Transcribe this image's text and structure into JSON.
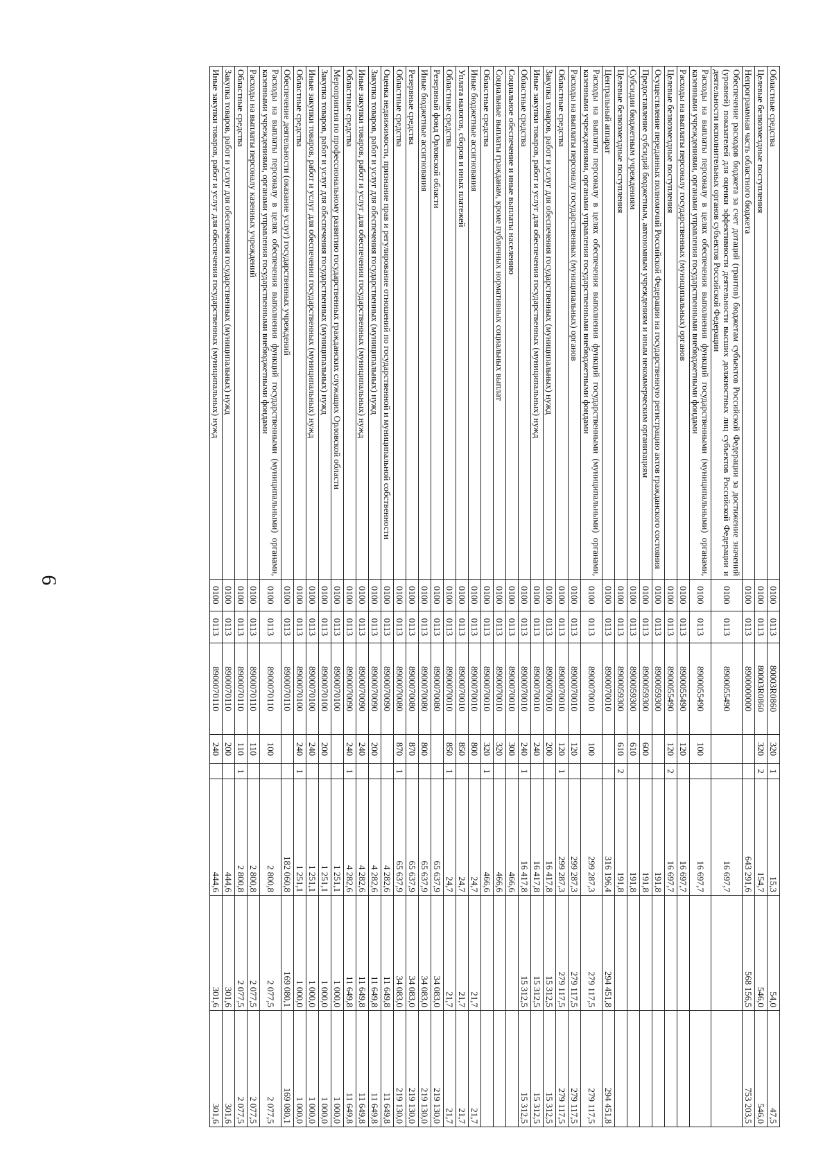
{
  "page_number": "9",
  "rows": [
    {
      "name": "Областные средства",
      "rz": "0100",
      "pr": "0113",
      "csr": "80003R0860",
      "vr": "320",
      "f": "1",
      "v1": "15,3",
      "v2": "54,0",
      "v3": "47,5"
    },
    {
      "name": "Целевые безвозмездные поступления",
      "rz": "0100",
      "pr": "0113",
      "csr": "80003R0860",
      "vr": "320",
      "f": "2",
      "v1": "154,7",
      "v2": "546,0",
      "v3": "546,0"
    },
    {
      "name": "Непрограммная часть областного бюджета",
      "rz": "0100",
      "pr": "0113",
      "csr": "8900000000",
      "vr": "",
      "f": "",
      "v1": "643 291,6",
      "v2": "568 156,5",
      "v3": "753 203,5"
    },
    {
      "name": "Обеспечение расходов бюджета за счет дотаций (грантов) бюджетам субъектов Российской Федерации за достижение значений (уровней) показателей для оценки эффективности деятельности высших должностных лиц субъектов Российской Федерации и деятельности исполнительных органов субъектов Российской Федерации",
      "rz": "0100",
      "pr": "0113",
      "csr": "8900055490",
      "vr": "",
      "f": "",
      "v1": "16 697,7",
      "v2": "",
      "v3": ""
    },
    {
      "name": "Расходы на выплаты персоналу в целях обеспечения выполнения функций государственными (муниципальными) органами, казенными учреждениями, органами управления государственными внебюджетными фондами",
      "rz": "0100",
      "pr": "0113",
      "csr": "8900055490",
      "vr": "100",
      "f": "",
      "v1": "16 697,7",
      "v2": "",
      "v3": ""
    },
    {
      "name": "Расходы на выплаты персоналу государственных (муниципальных) органов",
      "rz": "0100",
      "pr": "0113",
      "csr": "8900055490",
      "vr": "120",
      "f": "",
      "v1": "16 697,7",
      "v2": "",
      "v3": ""
    },
    {
      "name": "Целевые безвозмездные поступления",
      "rz": "0100",
      "pr": "0113",
      "csr": "8900055490",
      "vr": "120",
      "f": "2",
      "v1": "16 697,7",
      "v2": "",
      "v3": ""
    },
    {
      "name": "Осуществление переданных полномочий Российской Федерации на государственную регистрацию актов гражданского состояния",
      "rz": "0100",
      "pr": "0113",
      "csr": "8900059300",
      "vr": "",
      "f": "",
      "v1": "191,8",
      "v2": "",
      "v3": ""
    },
    {
      "name": "Предоставление субсидий бюджетным, автономным учреждениям и иным некоммерческим организациям",
      "rz": "0100",
      "pr": "0113",
      "csr": "8900059300",
      "vr": "600",
      "f": "",
      "v1": "191,8",
      "v2": "",
      "v3": ""
    },
    {
      "name": "Субсидии бюджетным учреждениям",
      "rz": "0100",
      "pr": "0113",
      "csr": "8900059300",
      "vr": "610",
      "f": "",
      "v1": "191,8",
      "v2": "",
      "v3": ""
    },
    {
      "name": "Целевые безвозмездные поступления",
      "rz": "0100",
      "pr": "0113",
      "csr": "8900059300",
      "vr": "610",
      "f": "2",
      "v1": "191,8",
      "v2": "",
      "v3": ""
    },
    {
      "name": "Центральный аппарат",
      "rz": "0100",
      "pr": "0113",
      "csr": "8900070010",
      "vr": "",
      "f": "",
      "v1": "316 196,4",
      "v2": "294 451,8",
      "v3": "294 451,8"
    },
    {
      "name": "Расходы на выплаты персоналу в целях обеспечения выполнения функций государственными (муниципальными) органами, казенными учреждениями, органами управления государственными внебюджетными фондами",
      "rz": "0100",
      "pr": "0113",
      "csr": "8900070010",
      "vr": "100",
      "f": "",
      "v1": "299 287,3",
      "v2": "279 117,5",
      "v3": "279 117,5"
    },
    {
      "name": "Расходы на выплаты персоналу государственных (муниципальных) органов",
      "rz": "0100",
      "pr": "0113",
      "csr": "8900070010",
      "vr": "120",
      "f": "",
      "v1": "299 287,3",
      "v2": "279 117,5",
      "v3": "279 117,5"
    },
    {
      "name": "Областные средства",
      "rz": "0100",
      "pr": "0113",
      "csr": "8900070010",
      "vr": "120",
      "f": "1",
      "v1": "299 287,3",
      "v2": "279 117,5",
      "v3": "279 117,5"
    },
    {
      "name": "Закупка товаров, работ и услуг для обеспечения государственных (муниципальных) нужд",
      "rz": "0100",
      "pr": "0113",
      "csr": "8900070010",
      "vr": "200",
      "f": "",
      "v1": "16 417,8",
      "v2": "15 312,5",
      "v3": "15 312,5"
    },
    {
      "name": "Иные закупки товаров, работ и услуг для обеспечения государственных (муниципальных) нужд",
      "rz": "0100",
      "pr": "0113",
      "csr": "8900070010",
      "vr": "240",
      "f": "",
      "v1": "16 417,8",
      "v2": "15 312,5",
      "v3": "15 312,5"
    },
    {
      "name": "Областные средства",
      "rz": "0100",
      "pr": "0113",
      "csr": "8900070010",
      "vr": "240",
      "f": "1",
      "v1": "16 417,8",
      "v2": "15 312,5",
      "v3": "15 312,5"
    },
    {
      "name": "Социальное обеспечение и иные выплаты населению",
      "rz": "0100",
      "pr": "0113",
      "csr": "8900070010",
      "vr": "300",
      "f": "",
      "v1": "466,6",
      "v2": "",
      "v3": ""
    },
    {
      "name": "Социальные выплаты гражданам, кроме публичных нормативных социальных выплат",
      "rz": "0100",
      "pr": "0113",
      "csr": "8900070010",
      "vr": "320",
      "f": "",
      "v1": "466,6",
      "v2": "",
      "v3": ""
    },
    {
      "name": "Областные средства",
      "rz": "0100",
      "pr": "0113",
      "csr": "8900070010",
      "vr": "320",
      "f": "1",
      "v1": "466,6",
      "v2": "",
      "v3": ""
    },
    {
      "name": "Иные бюджетные ассигнования",
      "rz": "0100",
      "pr": "0113",
      "csr": "8900070010",
      "vr": "800",
      "f": "",
      "v1": "24,7",
      "v2": "21,7",
      "v3": "21,7"
    },
    {
      "name": "Уплата налогов, сборов и иных платежей",
      "rz": "0100",
      "pr": "0113",
      "csr": "8900070010",
      "vr": "850",
      "f": "",
      "v1": "24,7",
      "v2": "21,7",
      "v3": "21,7"
    },
    {
      "name": "Областные средства",
      "rz": "0100",
      "pr": "0113",
      "csr": "8900070010",
      "vr": "850",
      "f": "1",
      "v1": "24,7",
      "v2": "21,7",
      "v3": "21,7"
    },
    {
      "name": "Резервный фонд Орловской области",
      "rz": "0100",
      "pr": "0113",
      "csr": "8900070080",
      "vr": "",
      "f": "",
      "v1": "65 637,9",
      "v2": "34 083,0",
      "v3": "219 130,0"
    },
    {
      "name": "Иные бюджетные ассигнования",
      "rz": "0100",
      "pr": "0113",
      "csr": "8900070080",
      "vr": "800",
      "f": "",
      "v1": "65 637,9",
      "v2": "34 083,0",
      "v3": "219 130,0"
    },
    {
      "name": "Резервные средства",
      "rz": "0100",
      "pr": "0113",
      "csr": "8900070080",
      "vr": "870",
      "f": "",
      "v1": "65 637,9",
      "v2": "34 083,0",
      "v3": "219 130,0"
    },
    {
      "name": "Областные средства",
      "rz": "0100",
      "pr": "0113",
      "csr": "8900070080",
      "vr": "870",
      "f": "1",
      "v1": "65 637,9",
      "v2": "34 083,0",
      "v3": "219 130,0"
    },
    {
      "name": "Оценка недвижимости, признание прав и регулирование отношений по государственной и муниципальной собственности",
      "rz": "0100",
      "pr": "0113",
      "csr": "8900070090",
      "vr": "",
      "f": "",
      "v1": "4 282,6",
      "v2": "11 649,8",
      "v3": "11 649,8"
    },
    {
      "name": "Закупка товаров, работ и услуг для обеспечения государственных (муниципальных) нужд",
      "rz": "0100",
      "pr": "0113",
      "csr": "8900070090",
      "vr": "200",
      "f": "",
      "v1": "4 282,6",
      "v2": "11 649,8",
      "v3": "11 649,8"
    },
    {
      "name": "Иные закупки товаров, работ и услуг для обеспечения государственных (муниципальных) нужд",
      "rz": "0100",
      "pr": "0113",
      "csr": "8900070090",
      "vr": "240",
      "f": "",
      "v1": "4 282,6",
      "v2": "11 649,8",
      "v3": "11 649,8"
    },
    {
      "name": "Областные средства",
      "rz": "0100",
      "pr": "0113",
      "csr": "8900070090",
      "vr": "240",
      "f": "1",
      "v1": "4 282,6",
      "v2": "11 649,8",
      "v3": "11 649,8"
    },
    {
      "name": "Мероприятия по профессиональному развитию государственных гражданских служащих Орловской области",
      "rz": "0100",
      "pr": "0113",
      "csr": "8900070100",
      "vr": "",
      "f": "",
      "v1": "1 251,1",
      "v2": "1 000,0",
      "v3": "1 000,0"
    },
    {
      "name": "Закупка товаров, работ и услуг для обеспечения государственных (муниципальных) нужд",
      "rz": "0100",
      "pr": "0113",
      "csr": "8900070100",
      "vr": "200",
      "f": "",
      "v1": "1 251,1",
      "v2": "1 000,0",
      "v3": "1 000,0"
    },
    {
      "name": "Иные закупки товаров, работ и услуг для обеспечения государственных (муниципальных) нужд",
      "rz": "0100",
      "pr": "0113",
      "csr": "8900070100",
      "vr": "240",
      "f": "",
      "v1": "1 251,1",
      "v2": "1 000,0",
      "v3": "1 000,0"
    },
    {
      "name": "Областные средства",
      "rz": "0100",
      "pr": "0113",
      "csr": "8900070100",
      "vr": "240",
      "f": "1",
      "v1": "1 251,1",
      "v2": "1 000,0",
      "v3": "1 000,0"
    },
    {
      "name": "Обеспечение деятельности (оказание услуг) государственных учреждений",
      "rz": "0100",
      "pr": "0113",
      "csr": "8900070110",
      "vr": "",
      "f": "",
      "v1": "182 060,8",
      "v2": "169 080,1",
      "v3": "169 080,1"
    },
    {
      "name": "Расходы на выплаты персоналу в целях обеспечения выполнения функций государственными (муниципальными) органами, казенными учреждениями, органами управления государственными внебюджетными фондами",
      "rz": "0100",
      "pr": "0113",
      "csr": "8900070110",
      "vr": "100",
      "f": "",
      "v1": "2 800,8",
      "v2": "2 077,5",
      "v3": "2 077,5"
    },
    {
      "name": "Расходы на выплаты персоналу казенных учреждений",
      "rz": "0100",
      "pr": "0113",
      "csr": "8900070110",
      "vr": "110",
      "f": "",
      "v1": "2 800,8",
      "v2": "2 077,5",
      "v3": "2 077,5"
    },
    {
      "name": "Областные средства",
      "rz": "0100",
      "pr": "0113",
      "csr": "8900070110",
      "vr": "110",
      "f": "1",
      "v1": "2 800,8",
      "v2": "2 077,5",
      "v3": "2 077,5"
    },
    {
      "name": "Закупка товаров, работ и услуг для обеспечения государственных (муниципальных) нужд",
      "rz": "0100",
      "pr": "0113",
      "csr": "8900070110",
      "vr": "200",
      "f": "",
      "v1": "444,6",
      "v2": "301,6",
      "v3": "301,6"
    },
    {
      "name": "Иные закупки товаров, работ и услуг для обеспечения государственных (муниципальных) нужд",
      "rz": "0100",
      "pr": "0113",
      "csr": "8900070110",
      "vr": "240",
      "f": "",
      "v1": "444,6",
      "v2": "301,6",
      "v3": "301,6"
    }
  ]
}
